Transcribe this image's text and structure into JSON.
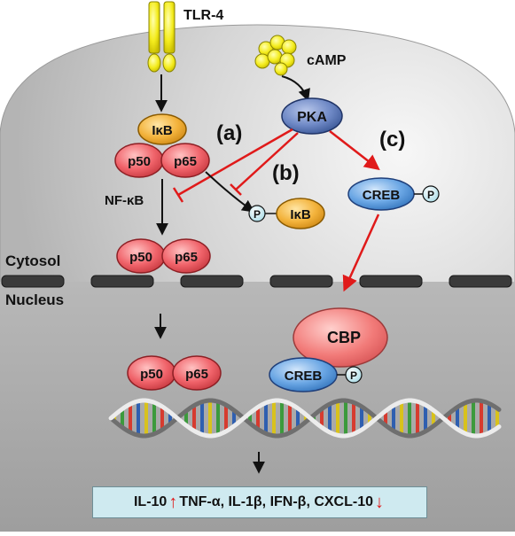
{
  "receptor": {
    "label": "TLR-4"
  },
  "second_messenger": {
    "label": "cAMP"
  },
  "kinase": {
    "label": "PKA"
  },
  "complex": {
    "inhibitor": "IκB",
    "subunit_a": "p50",
    "subunit_b": "p65",
    "label": "NF-κB"
  },
  "pathways": {
    "a": "(a)",
    "b": "(b)",
    "c": "(c)"
  },
  "phospho": {
    "ikb_label": "IκB",
    "p_label": "P"
  },
  "creb": {
    "label": "CREB",
    "p_label": "P"
  },
  "compartments": {
    "cytosol": "Cytosol",
    "nucleus": "Nucleus"
  },
  "nuclear": {
    "subunit_a": "p50",
    "subunit_b": "p65",
    "coactivator": "CBP",
    "creb": "CREB",
    "p_label": "P"
  },
  "outcome": {
    "up": "IL-10",
    "down": "TNF-α, IL-1β, IFN-β, CXCL-10",
    "up_arrow": "↑",
    "down_arrow": "↓"
  },
  "colors": {
    "activation": "#e01a1a",
    "arrow_black": "#111111",
    "receptor_yellow": "#f2ec1c",
    "p50_p65_red": "#ef5a5e",
    "ikb_orange": "#f2b13a",
    "pka_blue": "#3f5fa8",
    "creb_blue": "#4e8fd6",
    "cbp_red": "#f07272",
    "cell_gray": "#cfcfcf",
    "nucleus_gray": "#a9a9a9",
    "readout_bg": "#cfeaf0"
  }
}
